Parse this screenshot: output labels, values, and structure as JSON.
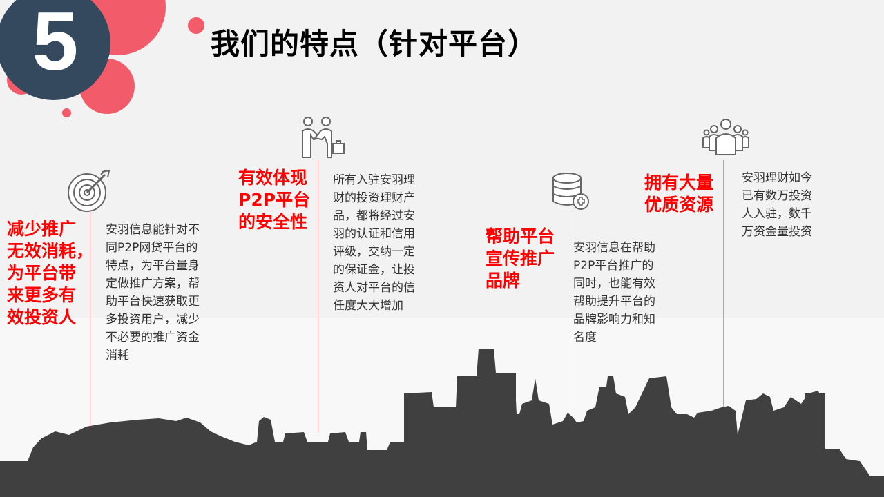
{
  "slide_number": "5",
  "title": "我们的特点（针对平台）",
  "features": [
    {
      "icon": "target-icon",
      "heading": [
        "减少推广",
        "无效消耗，",
        "为平台带",
        "来更多有",
        "效投资人"
      ],
      "body": [
        "安羽信息能针对不",
        "同P2P网贷平台的",
        "特点，为平台量身",
        "定做推广方案，帮",
        "助平台快速获取更",
        "多投资用户，减少",
        "不必要的推广资金",
        "消耗"
      ]
    },
    {
      "icon": "handshake-icon",
      "heading": [
        "有效体现",
        "P2P平台",
        "的安全性"
      ],
      "body": [
        "所有入驻安羽理",
        "财的投资理财产",
        "品，都将经过安",
        "羽的认证和信用",
        "评级，交纳一定",
        "的保证金，让投",
        "资人对平台的信",
        "任度大大增加"
      ]
    },
    {
      "icon": "database-add-icon",
      "heading": [
        "帮助平台",
        "宣传推广",
        "品牌"
      ],
      "body": [
        "安羽信息在帮助",
        "P2P平台推广的",
        "同时，也能有效",
        "帮助提升平台的",
        "品牌影响力和知",
        "名度"
      ]
    },
    {
      "icon": "people-group-icon",
      "heading": [
        "拥有大量",
        "优质资源"
      ],
      "body": [
        "安羽理财如今",
        "已有数万投资",
        "人入驻，数千",
        "万资金量投资"
      ]
    }
  ],
  "colors": {
    "accent": "#ff0000",
    "dark_circle": "#34495e",
    "pink_circle": "#f25c6a",
    "skyline": "#404040"
  }
}
